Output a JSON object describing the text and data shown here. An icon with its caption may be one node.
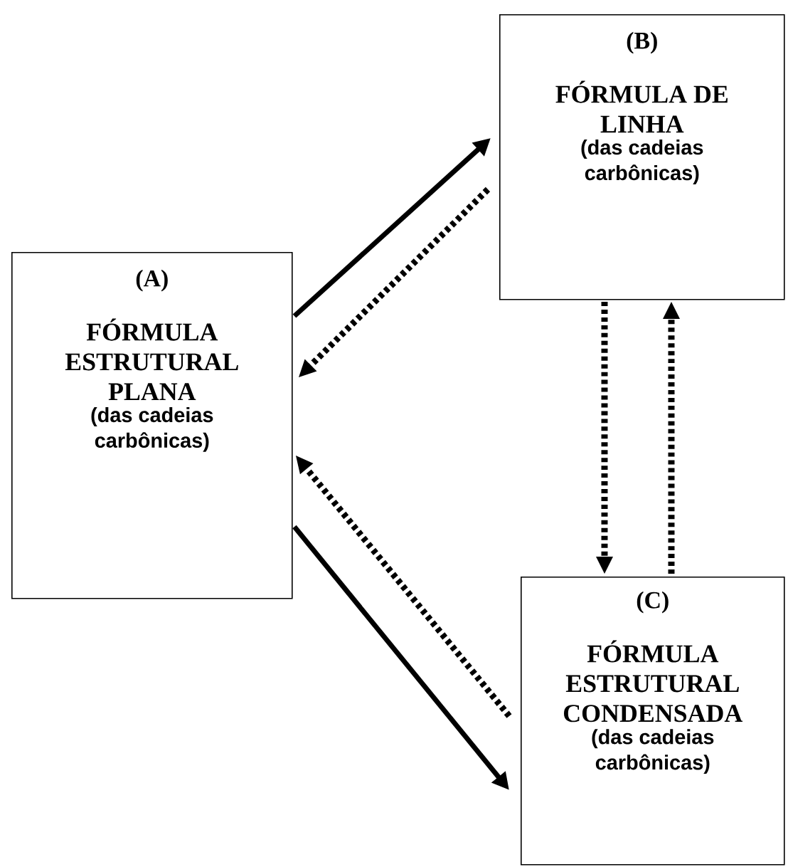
{
  "diagram": {
    "nodes": [
      {
        "text": [
          "(A)",
          "FÓRMULA ESTRUTURAL PLANA",
          "(das cadeias carbônicas)"
        ]
      },
      {
        "text": [
          "(B)",
          "FÓRMULA DE LINHA",
          "(das cadeias carbônicas)"
        ]
      },
      {
        "text": [
          "(C)",
          "FÓRMULA ESTRUTURAL CONDENSADA",
          "(das cadeias carbônicas)"
        ]
      }
    ],
    "edges": [
      {
        "from": 0,
        "to": 1,
        "arrow": "to"
      },
      {
        "from": 1,
        "to": 0,
        "arrow": "to",
        "style": "dashed"
      },
      {
        "from": 0,
        "to": 2,
        "arrow": "to"
      },
      {
        "from": 2,
        "to": 0,
        "arrow": "to",
        "style": "dashed"
      },
      {
        "from": 1,
        "to": 2,
        "arrow": "to",
        "style": "dashed"
      },
      {
        "from": 2,
        "to": 1,
        "arrow": "to",
        "style": "dashed"
      }
    ]
  }
}
